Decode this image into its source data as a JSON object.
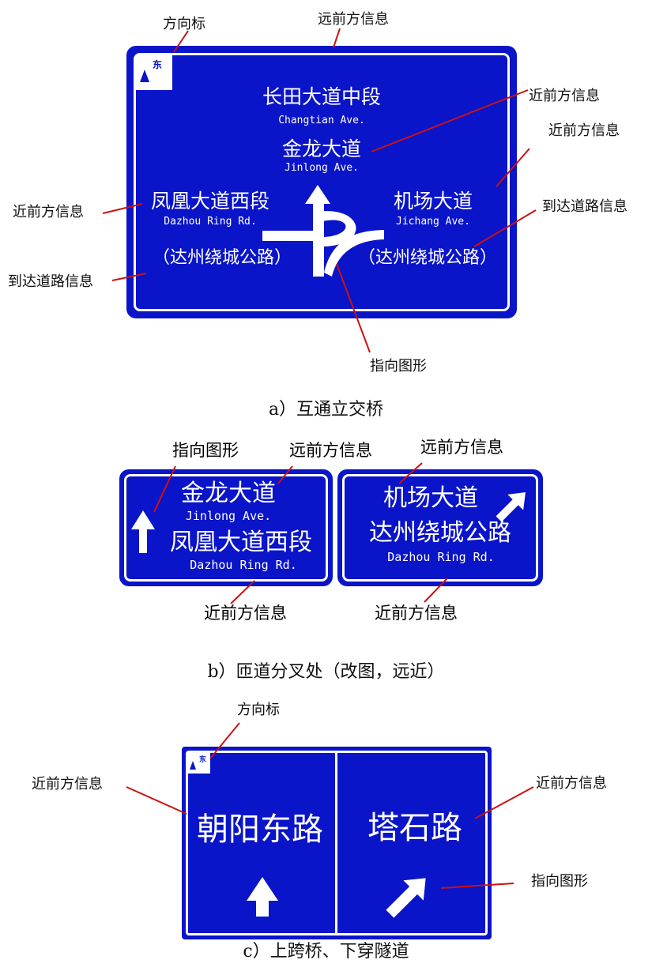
{
  "colors": {
    "sign_blue": "#0a14c8",
    "leader_red": "#cc1111",
    "white": "#ffffff"
  },
  "panel_a": {
    "caption": "a）互通立交桥",
    "compass_text": "东",
    "sign": {
      "far_cn": "长田大道中段",
      "far_en": "Changtian Ave.",
      "near_cn": "金龙大道",
      "near_en": "Jinlong Ave.",
      "left_cn": "凤凰大道西段",
      "left_en": "Dazhou Ring Rd.",
      "left_arrival": "（达州绕城公路）",
      "right_cn": "机场大道",
      "right_en": "Jichang Ave.",
      "right_arrival": "（达州绕城公路）"
    },
    "labels": {
      "direction_mark": "方向标",
      "far_info": "远前方信息",
      "near_info_1": "近前方信息",
      "near_info_2": "近前方信息",
      "near_info_left": "近前方信息",
      "arrival_right": "到达道路信息",
      "arrival_left": "到达道路信息",
      "pointer_graphic": "指向图形"
    }
  },
  "panel_b": {
    "caption": "b）匝道分叉处（改图，远近）",
    "sign_left": {
      "far_cn": "金龙大道",
      "far_en": "Jinlong Ave.",
      "near_cn": "凤凰大道西段",
      "near_en": "Dazhou Ring Rd."
    },
    "sign_right": {
      "far_cn": "机场大道",
      "near_cn": "达州绕城公路",
      "near_en": "Dazhou Ring Rd."
    },
    "labels": {
      "pointer_graphic": "指向图形",
      "far_info_1": "远前方信息",
      "far_info_2": "远前方信息",
      "near_info_1": "近前方信息",
      "near_info_2": "近前方信息"
    }
  },
  "panel_c": {
    "caption": "c）上跨桥、下穿隧道",
    "compass_text": "东",
    "sign": {
      "left_cn": "朝阳东路",
      "right_cn": "塔石路"
    },
    "labels": {
      "direction_mark": "方向标",
      "near_info_left": "近前方信息",
      "near_info_right": "近前方信息",
      "pointer_graphic": "指向图形"
    }
  }
}
